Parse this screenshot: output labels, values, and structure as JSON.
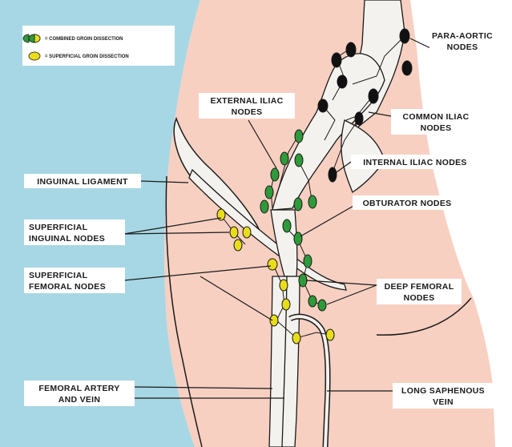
{
  "legend": {
    "items": [
      {
        "label": "= COMBINED GROIN DISSECTION",
        "kind": "combined"
      },
      {
        "label": "= SUPERFICIAL GROIN DISSECTION",
        "kind": "superficial"
      }
    ]
  },
  "labels": {
    "para_aortic": [
      "PARA-AORTIC",
      "NODES"
    ],
    "external_iliac": [
      "EXTERNAL ILIAC",
      "NODES"
    ],
    "common_iliac": [
      "COMMON ILIAC",
      "NODES"
    ],
    "internal_iliac": [
      "INTERNAL ILIAC NODES"
    ],
    "inguinal_ligament": [
      "INGUINAL LIGAMENT"
    ],
    "obturator": [
      "OBTURATOR NODES"
    ],
    "superficial_inguinal": [
      "SUPERFICIAL",
      "INGUINAL NODES"
    ],
    "superficial_femoral": [
      "SUPERFICIAL",
      "FEMORAL NODES"
    ],
    "deep_femoral": [
      "DEEP FEMORAL",
      "NODES"
    ],
    "femoral_artery_vein": [
      "FEMORAL ARTERY",
      "AND VEIN"
    ],
    "long_saphenous": [
      "LONG SAPHENOUS",
      "VEIN"
    ]
  },
  "colors": {
    "background_blue": "#a7d7e4",
    "skin": "#f7d0c2",
    "vessel": "#f4f2ef",
    "outline": "#1a1a1a",
    "node_black": "#111111",
    "node_green": "#2f9a3a",
    "node_yellow": "#e9dd1a"
  }
}
